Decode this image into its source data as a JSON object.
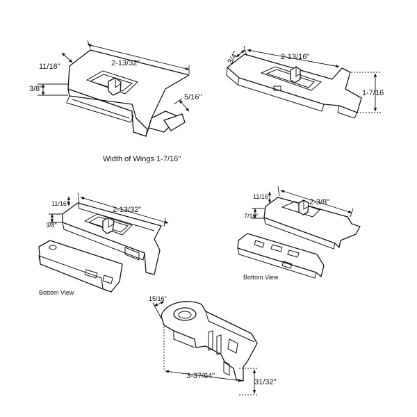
{
  "latch_1": {
    "length": "2-13/32\"",
    "width": "11/16\"",
    "height": "3/8\"",
    "wing_depth": "5/16\"",
    "caption": "Width of Wings 1-7/16\""
  },
  "latch_2": {
    "length": "2-13/16\"",
    "width": "3/4\"",
    "height": "1-7/16"
  },
  "latch_3": {
    "length": "2-13/32\"",
    "width": "11/16\"",
    "height": "3/8\"",
    "bottom_caption": "Bottom View"
  },
  "latch_4": {
    "length": "2-3/8\"",
    "width": "11/16\"",
    "height": "7/16\"",
    "bottom_caption": "Bottom View"
  },
  "latch_5": {
    "width": "15/16\"",
    "length": "3-37/64\"",
    "height": "31/32\""
  }
}
